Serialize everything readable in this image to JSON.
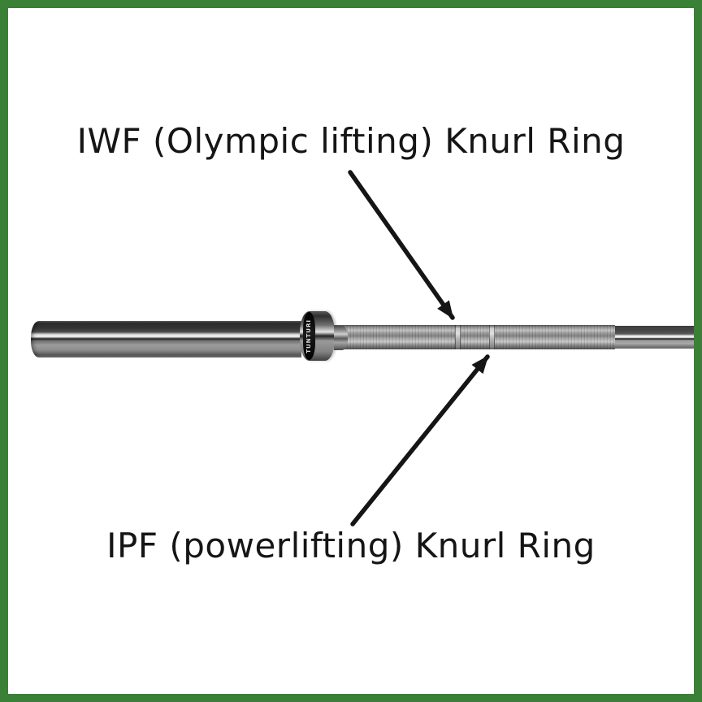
{
  "page": {
    "background": "#ffffff",
    "border_color": "#3a8137",
    "annotation_color": "#151515"
  },
  "labels": {
    "iwf_knurl_ring": "IWF (Olympic lifting) Knurl Ring",
    "ipf_knurl_ring": "IPF (powerlifting) Knurl Ring"
  },
  "barbell": {
    "brand": "TUNTURI",
    "colors": {
      "chrome_highlight": "#f4f4f4",
      "chrome_mid": "#9a9a9a",
      "chrome_dark": "#2c2c2c",
      "collar_band": "#0a0a0a"
    }
  }
}
